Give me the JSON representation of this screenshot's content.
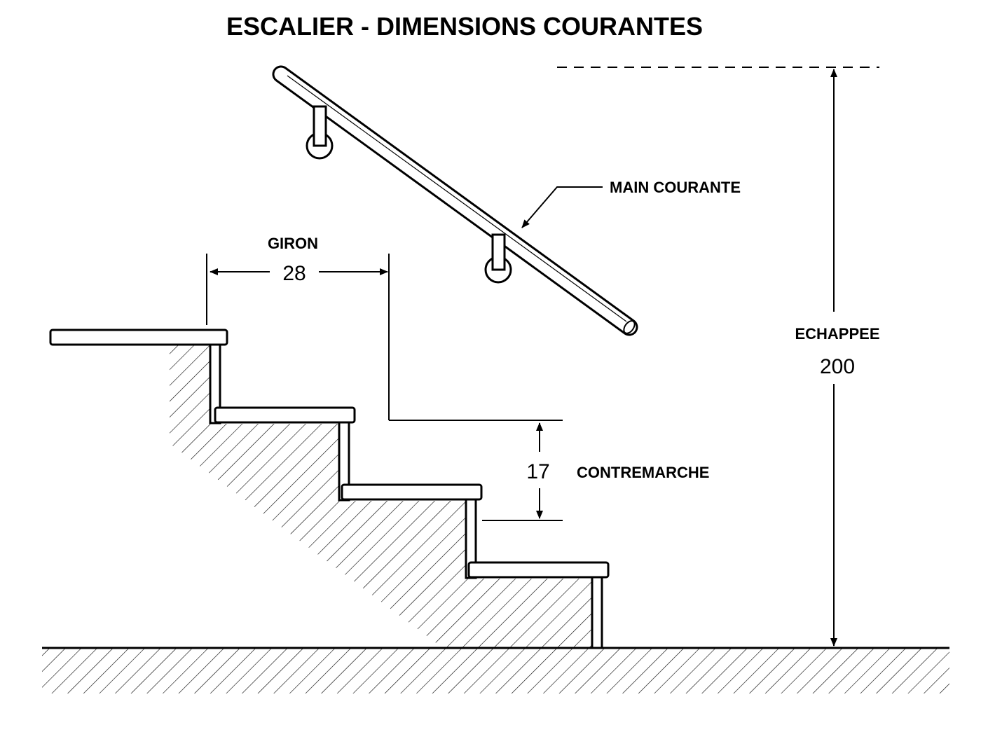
{
  "title": "ESCALIER - DIMENSIONS COURANTES",
  "labels": {
    "handrail": "MAIN COURANTE",
    "tread": "GIRON",
    "tread_value": "28",
    "riser": "CONTREMARCHE",
    "riser_value": "17",
    "headroom": "ECHAPPEE",
    "headroom_value": "200"
  },
  "colors": {
    "ink": "#000000",
    "background": "#ffffff"
  }
}
